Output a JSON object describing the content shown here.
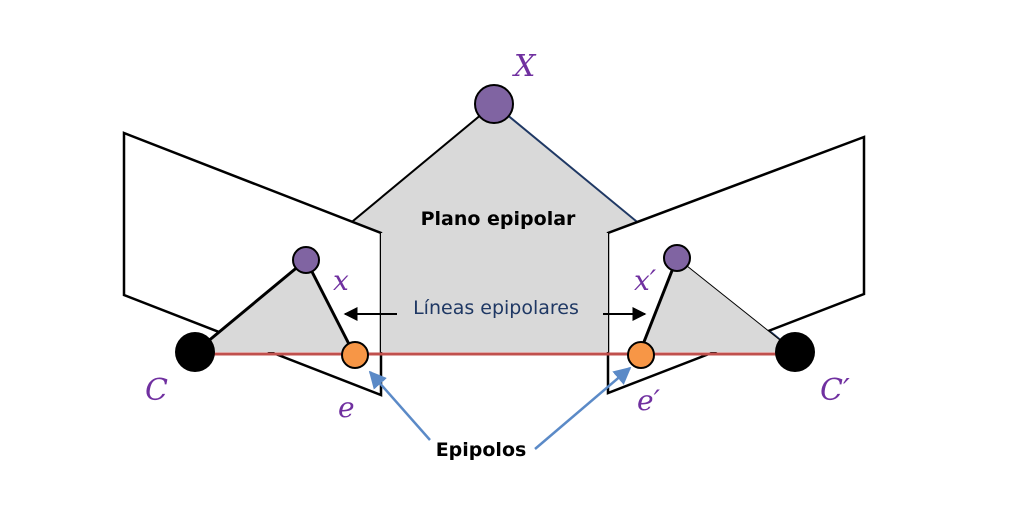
{
  "points": {
    "world_point": "X",
    "left_image_point": "x",
    "right_image_point": "x′",
    "left_camera_center": "C",
    "right_camera_center": "C′",
    "left_epipole": "e",
    "right_epipole": "e′"
  },
  "labels": {
    "epipolar_plane": "Plano epipolar",
    "epipolar_lines": "Líneas epipolares",
    "epipoles": "Epipolos"
  },
  "colors": {
    "plane_fill": "#d9d9d9",
    "point_purple": "#8064a2",
    "epipole_orange": "#f79646",
    "baseline_red": "#c0504d",
    "math_text": "#7030a0",
    "epipolar_lines_text": "#1f3864",
    "arrow_blue": "#5b8ac7"
  }
}
